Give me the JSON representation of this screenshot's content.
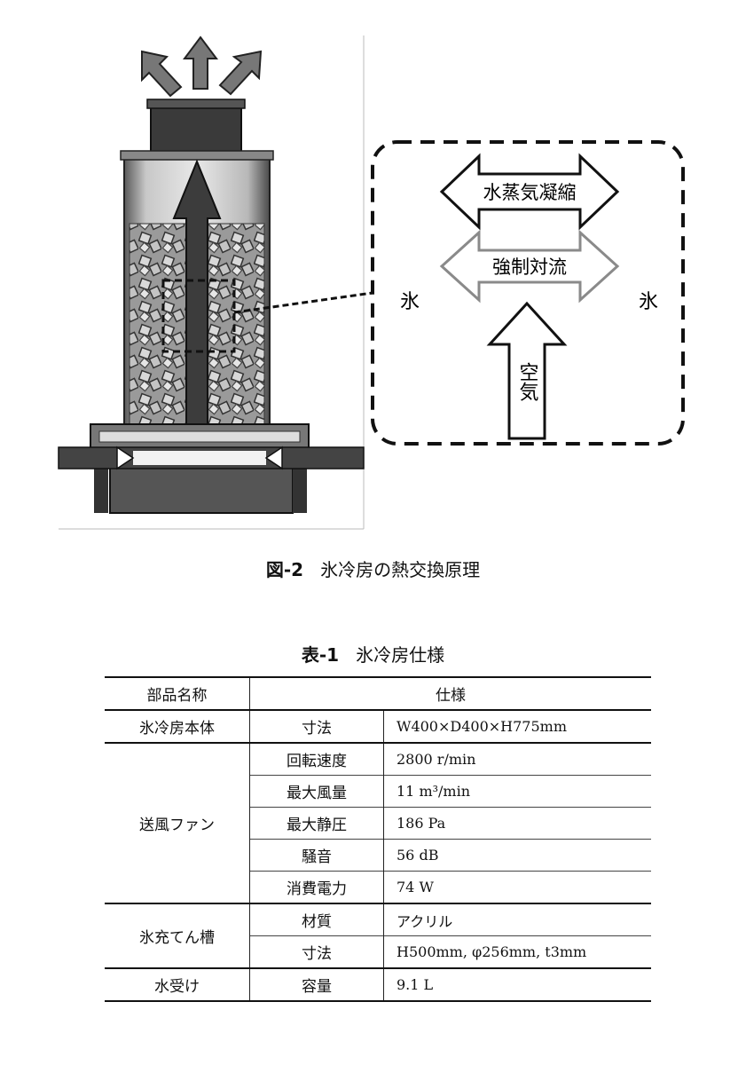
{
  "figure": {
    "labels": {
      "condensation": "水蒸気凝縮",
      "convection": "強制対流",
      "ice_left": "氷",
      "ice_right": "氷",
      "air": "空気"
    },
    "caption_label": "図-2",
    "caption_text": "氷冷房の熱交換原理"
  },
  "table": {
    "caption_label": "表-1",
    "caption_text": "氷冷房仕様",
    "headers": {
      "part": "部品名称",
      "spec": "仕様"
    },
    "rows": {
      "body_name": "氷冷房本体",
      "body_item": "寸法",
      "body_value": "W400×D400×H775mm",
      "fan_name": "送風ファン",
      "fan_items": [
        {
          "item": "回転速度",
          "value": "2800 r/min"
        },
        {
          "item": "最大風量",
          "value": "11 m³/min"
        },
        {
          "item": "最大静圧",
          "value": "186 Pa"
        },
        {
          "item": "騒音",
          "value": "56 dB"
        },
        {
          "item": "消費電力",
          "value": "74 W"
        }
      ],
      "tank_name": "氷充てん槽",
      "tank_items": [
        {
          "item": "材質",
          "value": "アクリル"
        },
        {
          "item": "寸法",
          "value": "H500mm, φ256mm, t3mm"
        }
      ],
      "water_name": "水受け",
      "water_item": "容量",
      "water_value": "9.1 L"
    }
  }
}
